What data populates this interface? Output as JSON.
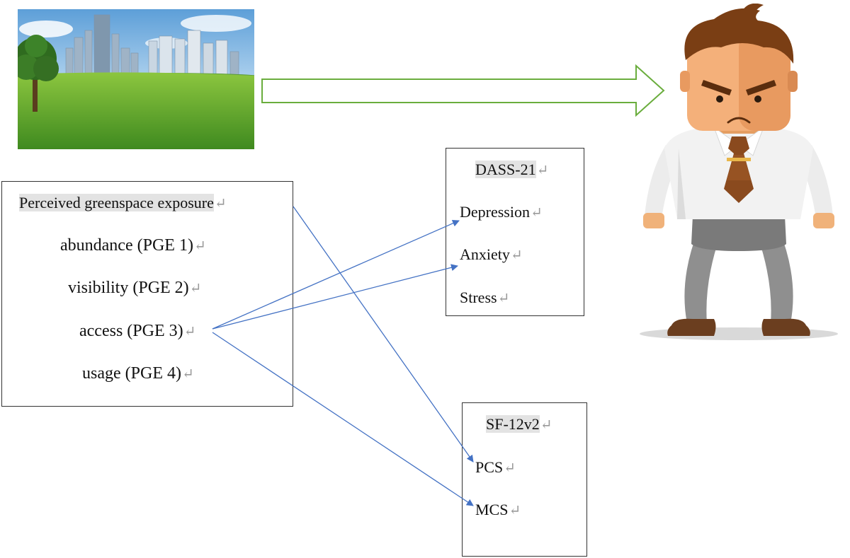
{
  "pge_box": {
    "title": "Perceived greenspace exposure",
    "items": [
      "abundance (PGE 1)",
      "visibility (PGE 2)",
      "access (PGE 3)",
      "usage (PGE 4)"
    ]
  },
  "dass_box": {
    "title": "DASS-21",
    "items": [
      "Depression",
      "Anxiety",
      "Stress"
    ]
  },
  "sf_box": {
    "title": "SF-12v2",
    "items": [
      "PCS",
      "MCS"
    ]
  },
  "paragraph_mark": "↵",
  "icons": {
    "scene": "city-park-illustration",
    "person": "angry-businessman-icon",
    "arrow": "hollow-right-arrow-icon"
  },
  "colors": {
    "connector": "#4472c4",
    "big_arrow": "#6aad3d",
    "highlight": "#e3e3e3"
  },
  "links": [
    {
      "from": "Perceived greenspace exposure",
      "to": "PCS"
    },
    {
      "from": "access (PGE 3)",
      "to": "Depression"
    },
    {
      "from": "access (PGE 3)",
      "to": "Anxiety"
    },
    {
      "from": "access (PGE 3)",
      "to": "MCS"
    }
  ]
}
